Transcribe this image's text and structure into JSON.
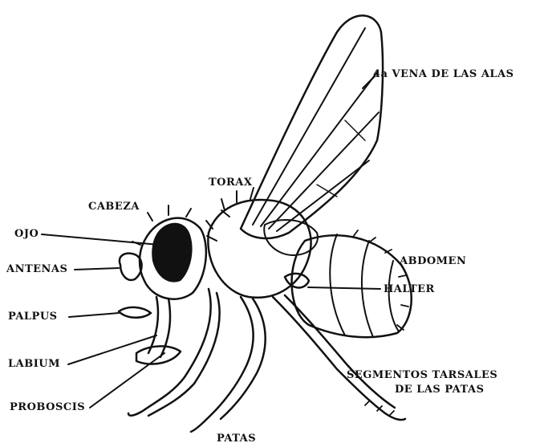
{
  "labels": {
    "vena": "4a VENA DE LAS ALAS",
    "torax": "TORAX",
    "cabeza": "CABEZA",
    "ojo": "OJO",
    "antenas": "ANTENAS",
    "abdomen": "ABDOMEN",
    "halter": "HALTER",
    "palpus": "PALPUS",
    "labium": "LABIUM",
    "tarsales_1": "SEGMENTOS TARSALES",
    "tarsales_2": "DE LAS PATAS",
    "proboscis": "PROBOSCIS",
    "patas": "PATAS"
  },
  "colors": {
    "ink": "#111111",
    "background": "#ffffff"
  }
}
